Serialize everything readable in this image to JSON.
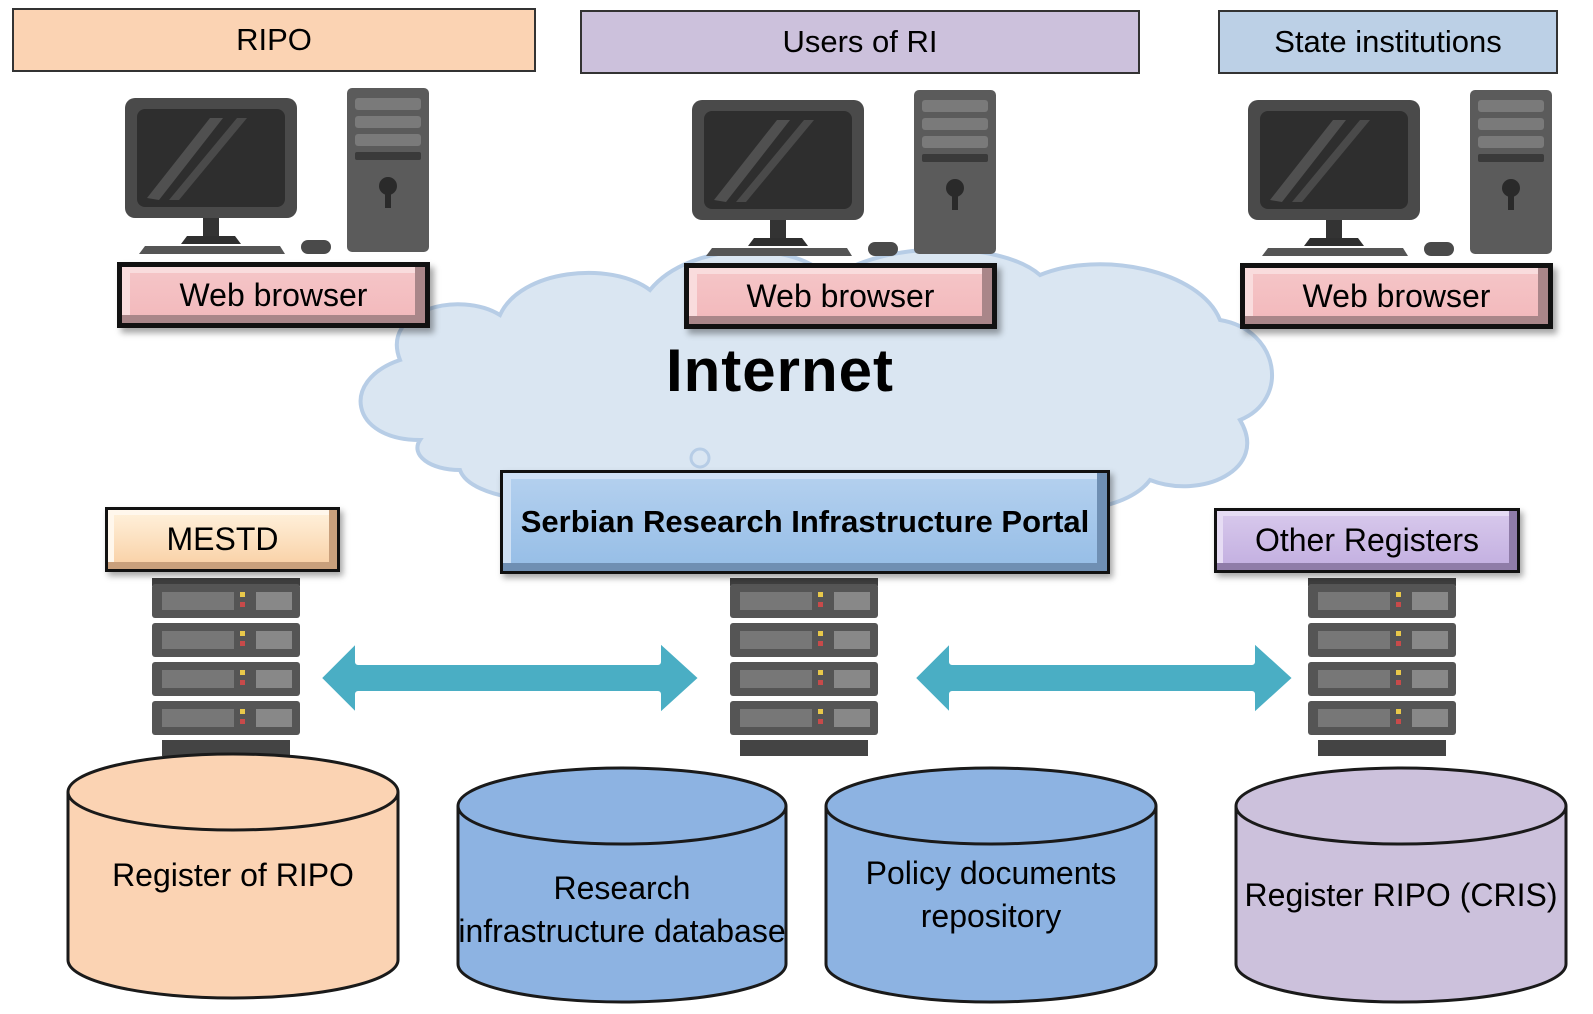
{
  "headers": {
    "ripo": "RIPO",
    "users": "Users of RI",
    "state": "State institutions"
  },
  "browsers": [
    "Web browser",
    "Web browser",
    "Web browser"
  ],
  "cloud_label": "Internet",
  "servers": {
    "mestd": "MESTD",
    "portal": "Serbian Research Infrastructure Portal",
    "others": "Other Registers"
  },
  "databases": [
    {
      "label": "Register of RIPO",
      "color": "#fbd3b3"
    },
    {
      "label": "Research infrastructure database",
      "color": "#8db3e2"
    },
    {
      "label": "Policy documents repository",
      "color": "#8db3e2"
    },
    {
      "label": "Register RIPO (CRIS)",
      "color": "#ccc1dc"
    }
  ],
  "colors": {
    "arrow": "#4aaec4",
    "cloud": "#dae6f2",
    "cloud_edge": "#b7cde6"
  },
  "icons": [
    "desktop-computer-icon",
    "server-rack-icon",
    "double-arrow-icon",
    "cloud-icon",
    "database-cylinder-icon"
  ]
}
